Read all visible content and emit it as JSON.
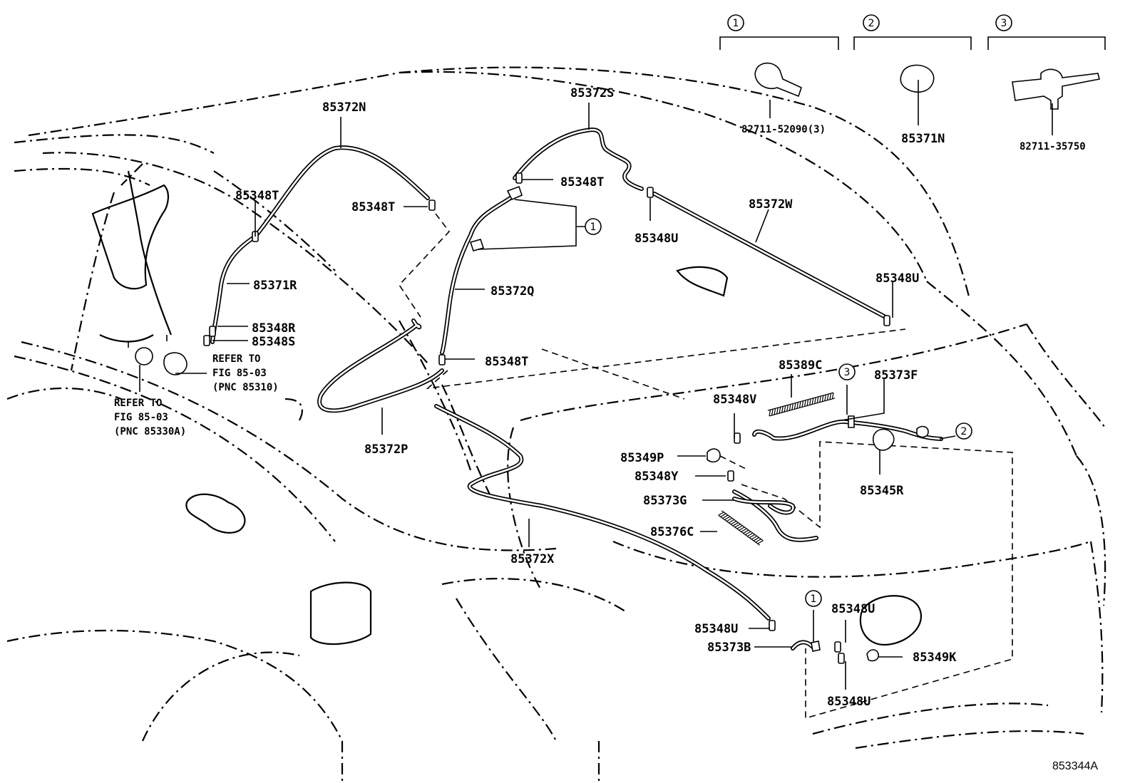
{
  "callouts": [
    {
      "key": "85372N",
      "text": "85372N"
    },
    {
      "key": "85348T_a",
      "text": "85348T"
    },
    {
      "key": "85348T_b",
      "text": "85348T"
    },
    {
      "key": "85348T_c",
      "text": "85348T"
    },
    {
      "key": "85348T_d",
      "text": "85348T"
    },
    {
      "key": "85372S",
      "text": "85372S"
    },
    {
      "key": "85348U_a",
      "text": "85348U"
    },
    {
      "key": "85372W",
      "text": "85372W"
    },
    {
      "key": "85348U_b",
      "text": "85348U"
    },
    {
      "key": "85371R",
      "text": "85371R"
    },
    {
      "key": "85348R",
      "text": "85348R"
    },
    {
      "key": "85348S",
      "text": "85348S"
    },
    {
      "key": "85372Q",
      "text": "85372Q"
    },
    {
      "key": "85372P",
      "text": "85372P"
    },
    {
      "key": "85389C",
      "text": "85389C"
    },
    {
      "key": "85373F",
      "text": "85373F"
    },
    {
      "key": "85348V",
      "text": "85348V"
    },
    {
      "key": "85349P",
      "text": "85349P"
    },
    {
      "key": "85348Y",
      "text": "85348Y"
    },
    {
      "key": "85373G",
      "text": "85373G"
    },
    {
      "key": "85376C",
      "text": "85376C"
    },
    {
      "key": "85345R",
      "text": "85345R"
    },
    {
      "key": "85372X",
      "text": "85372X"
    },
    {
      "key": "85348U_c",
      "text": "85348U"
    },
    {
      "key": "85373B",
      "text": "85373B"
    },
    {
      "key": "85348U_d",
      "text": "85348U"
    },
    {
      "key": "85349K",
      "text": "85349K"
    },
    {
      "key": "85348U_e",
      "text": "85348U"
    },
    {
      "key": "85371N",
      "text": "85371N"
    },
    {
      "key": "82711_52090",
      "text": "82711-52090(3)"
    },
    {
      "key": "82711_35750",
      "text": "82711-35750"
    }
  ],
  "refer_notes": [
    {
      "key": "fig_85310",
      "lines": [
        "REFER TO",
        "FIG 85-03",
        "(PNC 85310)"
      ]
    },
    {
      "key": "fig_85330A",
      "lines": [
        "REFER TO",
        "FIG 85-03",
        "(PNC 85330A)"
      ]
    }
  ],
  "circled_numbers": [
    {
      "key": "legend_1",
      "text": "1"
    },
    {
      "key": "legend_2",
      "text": "2"
    },
    {
      "key": "legend_3",
      "text": "3"
    },
    {
      "key": "clip_1_upper",
      "text": "1"
    },
    {
      "key": "clip_3",
      "text": "3"
    },
    {
      "key": "clip_2",
      "text": "2"
    },
    {
      "key": "clip_1_lower",
      "text": "1"
    }
  ],
  "illustration_code": "853344A"
}
